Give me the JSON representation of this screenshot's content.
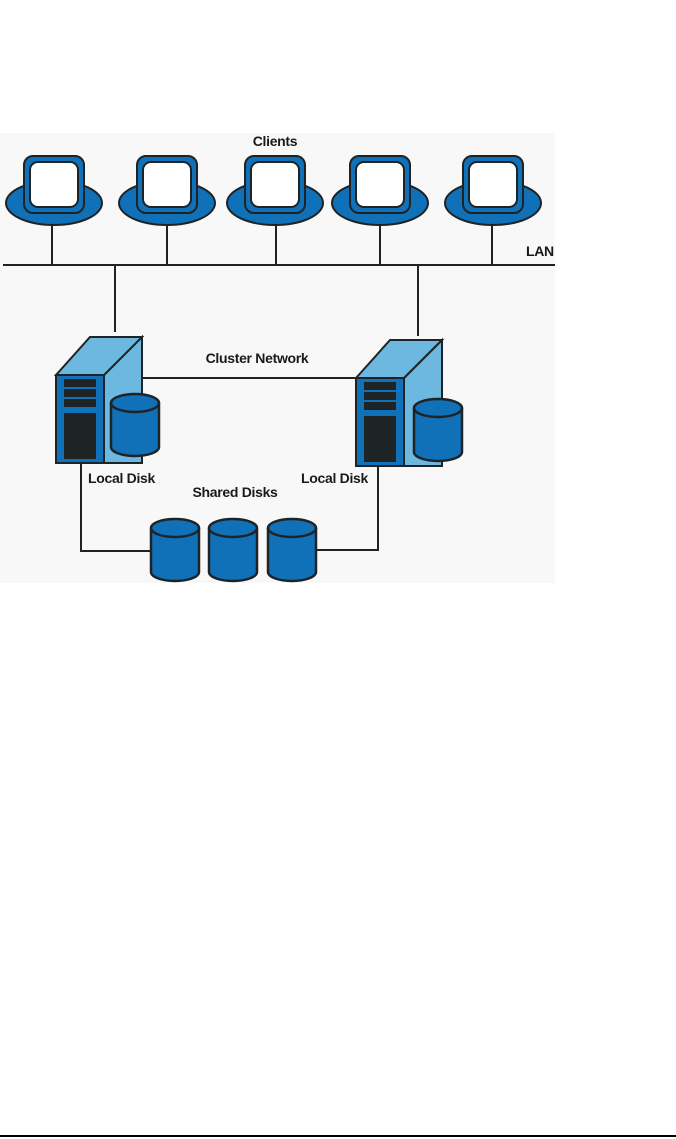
{
  "diagram": {
    "title": "Server cluster with shared disks",
    "labels": {
      "clients": "Clients",
      "lan": "LAN",
      "cluster_network": "Cluster Network",
      "local_disk_left": "Local Disk",
      "local_disk_right": "Local Disk",
      "shared_disks": "Shared Disks"
    },
    "nodes": {
      "clients": [
        {
          "name": "client-1",
          "icon": "workstation-icon"
        },
        {
          "name": "client-2",
          "icon": "workstation-icon"
        },
        {
          "name": "client-3",
          "icon": "workstation-icon"
        },
        {
          "name": "client-4",
          "icon": "workstation-icon"
        },
        {
          "name": "client-5",
          "icon": "workstation-icon"
        }
      ],
      "servers": [
        {
          "name": "server-node-1",
          "icon": "server-tower-icon",
          "local_disk": "Local Disk"
        },
        {
          "name": "server-node-2",
          "icon": "server-tower-icon",
          "local_disk": "Local Disk"
        }
      ],
      "shared_disks": [
        {
          "name": "shared-disk-1",
          "icon": "disk-cylinder-icon"
        },
        {
          "name": "shared-disk-2",
          "icon": "disk-cylinder-icon"
        },
        {
          "name": "shared-disk-3",
          "icon": "disk-cylinder-icon"
        }
      ]
    },
    "edges": [
      {
        "from": "clients",
        "to": "LAN"
      },
      {
        "from": "LAN",
        "to": "server-node-1"
      },
      {
        "from": "LAN",
        "to": "server-node-2"
      },
      {
        "from": "server-node-1",
        "to": "server-node-2",
        "label": "Cluster Network"
      },
      {
        "from": "server-node-1",
        "to": "shared-disks"
      },
      {
        "from": "server-node-2",
        "to": "shared-disks"
      }
    ],
    "colors": {
      "primary_blue": "#1070b8",
      "light_blue": "#6cb8e0",
      "outline": "#1e2326",
      "panel_bg": "#f8f8f8"
    }
  }
}
